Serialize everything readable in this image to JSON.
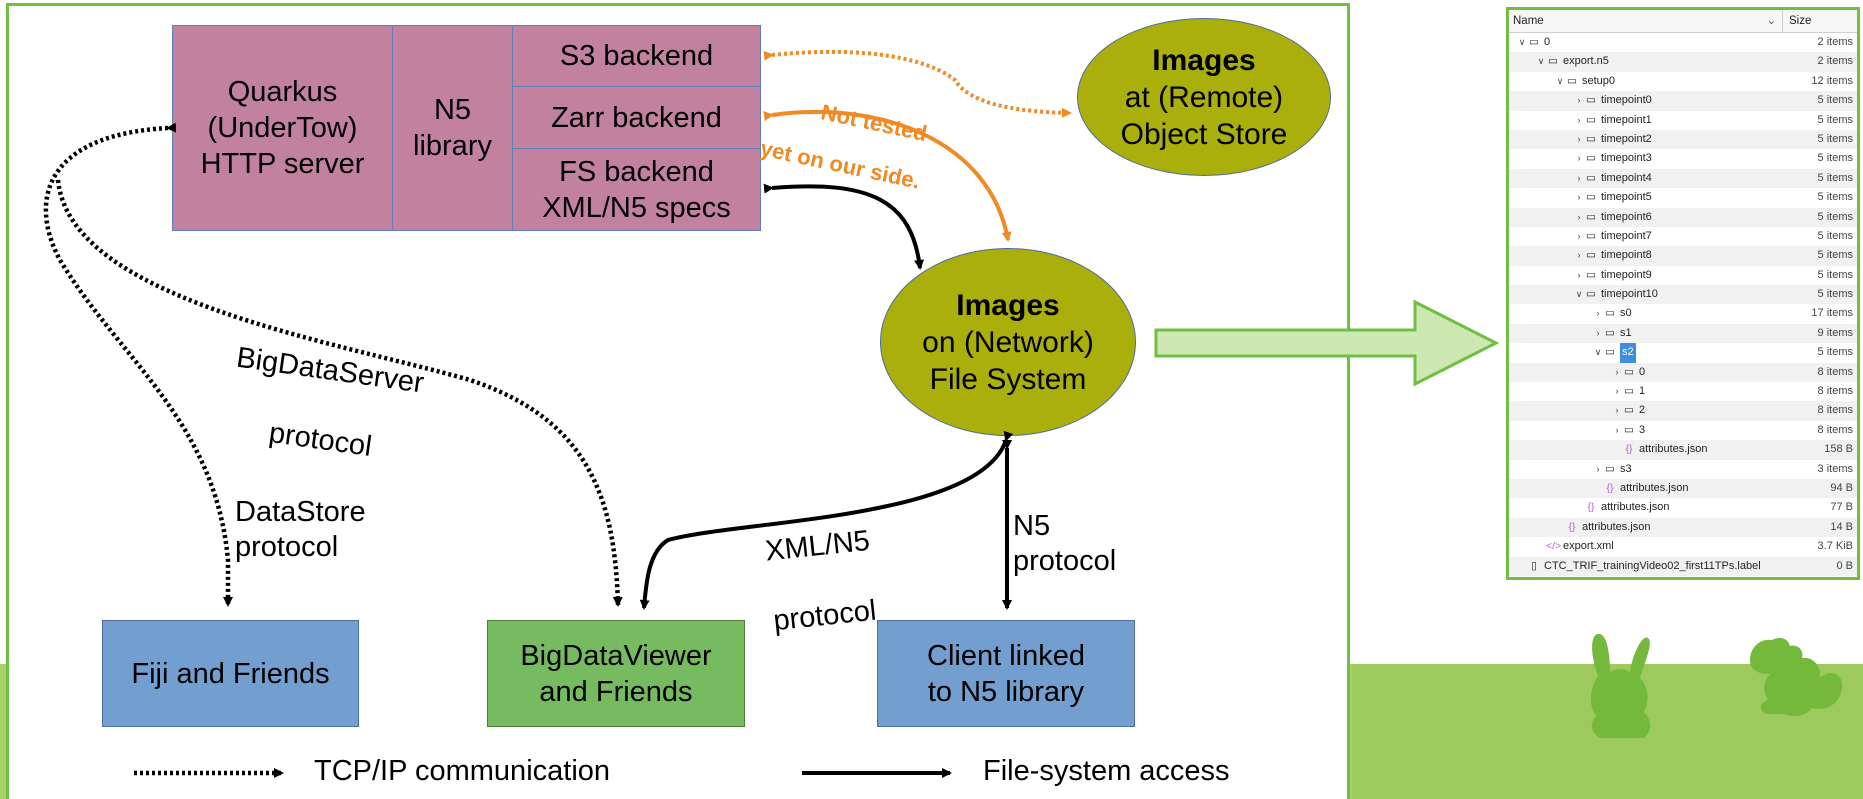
{
  "diagram": {
    "server_box": {
      "quarkus": "Quarkus\n(UnderTow)\nHTTP server",
      "n5": "N5\nlibrary"
    },
    "backends": [
      "S3 backend",
      "Zarr backend",
      "FS backend\nXML/N5 specs"
    ],
    "remote_store": {
      "title": "Images",
      "line1": "at (Remote)",
      "line2": "Object Store"
    },
    "network_fs": {
      "title": "Images",
      "line1": "on (Network)",
      "line2": "File System"
    },
    "not_tested": {
      "line1": "Not tested",
      "line2": "yet on our side."
    },
    "bds_protocol": {
      "line1": "BigDataServer",
      "line2": "protocol"
    },
    "datastore_protocol": "DataStore\nprotocol",
    "xmln5_protocol": {
      "line1": "XML/N5",
      "line2": "protocol"
    },
    "n5_protocol": "N5\nprotocol",
    "clients": [
      "Fiji and Friends",
      "BigDataViewer\nand Friends",
      "Client linked\nto N5 library"
    ],
    "legend": {
      "tcp": "TCP/IP communication",
      "fs": "File-system access"
    },
    "colors": {
      "orange": "#f08a24",
      "frame_green": "#6fbf43",
      "pink": "#c2829f",
      "olive": "#aaaf0b",
      "blue": "#729fcf",
      "green": "#77bb61"
    }
  },
  "file_tree": {
    "headers": {
      "name": "Name",
      "size": "Size"
    },
    "rows": [
      {
        "name": "0",
        "size": "2 items",
        "type": "folder",
        "depth": 0,
        "expanded": true
      },
      {
        "name": "export.n5",
        "size": "2 items",
        "type": "folder",
        "depth": 1,
        "expanded": true
      },
      {
        "name": "setup0",
        "size": "12 items",
        "type": "folder",
        "depth": 2,
        "expanded": true
      },
      {
        "name": "timepoint0",
        "size": "5 items",
        "type": "folder",
        "depth": 3,
        "expanded": false
      },
      {
        "name": "timepoint1",
        "size": "5 items",
        "type": "folder",
        "depth": 3,
        "expanded": false
      },
      {
        "name": "timepoint2",
        "size": "5 items",
        "type": "folder",
        "depth": 3,
        "expanded": false
      },
      {
        "name": "timepoint3",
        "size": "5 items",
        "type": "folder",
        "depth": 3,
        "expanded": false
      },
      {
        "name": "timepoint4",
        "size": "5 items",
        "type": "folder",
        "depth": 3,
        "expanded": false
      },
      {
        "name": "timepoint5",
        "size": "5 items",
        "type": "folder",
        "depth": 3,
        "expanded": false
      },
      {
        "name": "timepoint6",
        "size": "5 items",
        "type": "folder",
        "depth": 3,
        "expanded": false
      },
      {
        "name": "timepoint7",
        "size": "5 items",
        "type": "folder",
        "depth": 3,
        "expanded": false
      },
      {
        "name": "timepoint8",
        "size": "5 items",
        "type": "folder",
        "depth": 3,
        "expanded": false
      },
      {
        "name": "timepoint9",
        "size": "5 items",
        "type": "folder",
        "depth": 3,
        "expanded": false
      },
      {
        "name": "timepoint10",
        "size": "5 items",
        "type": "folder",
        "depth": 3,
        "expanded": true
      },
      {
        "name": "s0",
        "size": "17 items",
        "type": "folder",
        "depth": 4,
        "expanded": false
      },
      {
        "name": "s1",
        "size": "9 items",
        "type": "folder",
        "depth": 4,
        "expanded": false
      },
      {
        "name": "s2",
        "size": "5 items",
        "type": "folder",
        "depth": 4,
        "expanded": true,
        "selected": true
      },
      {
        "name": "0",
        "size": "8 items",
        "type": "folder",
        "depth": 5,
        "expanded": false
      },
      {
        "name": "1",
        "size": "8 items",
        "type": "folder",
        "depth": 5,
        "expanded": false
      },
      {
        "name": "2",
        "size": "8 items",
        "type": "folder",
        "depth": 5,
        "expanded": false
      },
      {
        "name": "3",
        "size": "8 items",
        "type": "folder",
        "depth": 5,
        "expanded": false
      },
      {
        "name": "attributes.json",
        "size": "158 B",
        "type": "json",
        "depth": 5
      },
      {
        "name": "s3",
        "size": "3 items",
        "type": "folder",
        "depth": 4,
        "expanded": false
      },
      {
        "name": "attributes.json",
        "size": "94 B",
        "type": "json",
        "depth": 4
      },
      {
        "name": "attributes.json",
        "size": "77 B",
        "type": "json",
        "depth": 3
      },
      {
        "name": "attributes.json",
        "size": "14 B",
        "type": "json",
        "depth": 2
      },
      {
        "name": "export.xml",
        "size": "3.7 KiB",
        "type": "xml",
        "depth": 1
      },
      {
        "name": "CTC_TRIF_trainingVideo02_first11TPs.label",
        "size": "0 B",
        "type": "file",
        "depth": 0
      }
    ]
  }
}
